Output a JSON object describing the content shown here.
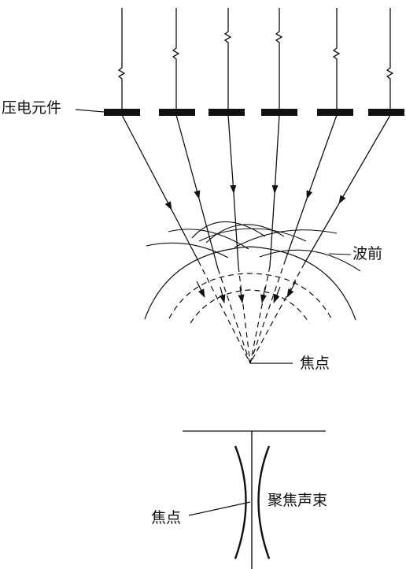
{
  "labels": {
    "piezo_element": "压电元件",
    "wavefront": "波前",
    "focus_top": "焦点",
    "focus_bottom": "焦点",
    "focused_beam": "聚焦声束"
  },
  "colors": {
    "ink": "#111111",
    "background": "#ffffff"
  }
}
